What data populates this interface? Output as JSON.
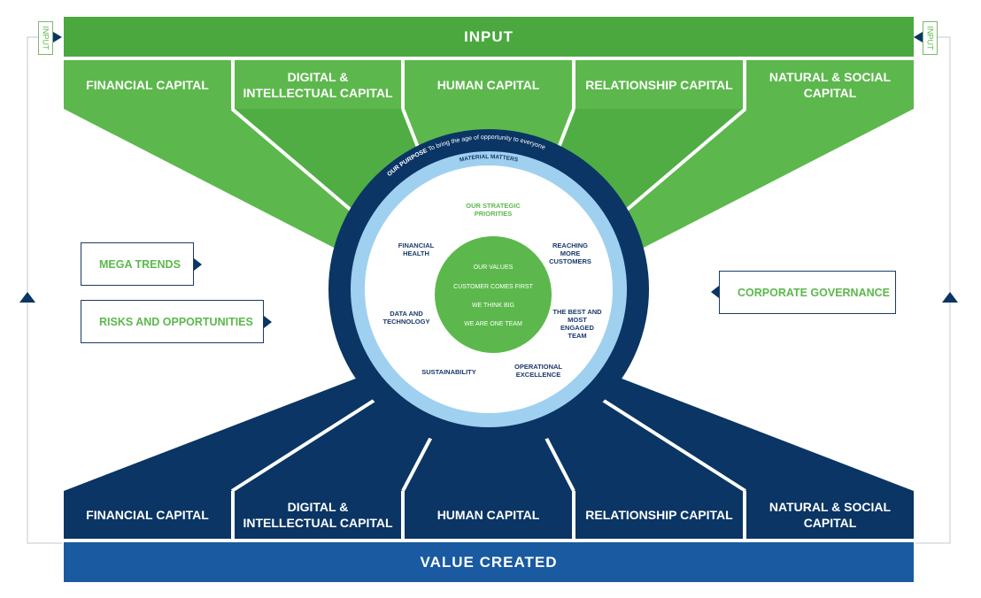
{
  "input_bar": {
    "label": "INPUT"
  },
  "side_input_left": "INPUT",
  "side_input_right": "INPUT",
  "input_capitals": [
    {
      "label": "FINANCIAL CAPITAL"
    },
    {
      "label": "DIGITAL & INTELLECTUAL CAPITAL"
    },
    {
      "label": "HUMAN CAPITAL"
    },
    {
      "label": "RELATIONSHIP CAPITAL"
    },
    {
      "label": "NATURAL & SOCIAL CAPITAL"
    }
  ],
  "output_capitals": [
    {
      "label": "FINANCIAL CAPITAL"
    },
    {
      "label": "DIGITAL & INTELLECTUAL CAPITAL"
    },
    {
      "label": "HUMAN CAPITAL"
    },
    {
      "label": "RELATIONSHIP CAPITAL"
    },
    {
      "label": "NATURAL & SOCIAL CAPITAL"
    }
  ],
  "value_bar": {
    "label": "VALUE CREATED"
  },
  "left_boxes": {
    "mega_trends": "MEGA TRENDS",
    "risks": "RISKS AND OPPORTUNITIES"
  },
  "right_box": {
    "governance": "CORPORATE GOVERNANCE"
  },
  "circle": {
    "purpose_label": "OUR PURPOSE",
    "purpose_text": "To bring the age of opportunity to everyone",
    "material_matters": "MATERIAL MATTERS",
    "strategic_priorities": "OUR STRATEGIC PRIORITIES",
    "priorities": {
      "financial_health": "FINANCIAL HEALTH",
      "reaching_customers": "REACHING MORE CUSTOMERS",
      "data_technology": "DATA AND TECHNOLOGY",
      "best_team": "THE BEST AND MOST ENGAGED TEAM",
      "sustainability": "SUSTAINABILITY",
      "operational_excellence": "OPERATIONAL EXCELLENCE"
    },
    "values_title": "OUR VALUES",
    "values": [
      "CUSTOMER COMES FIRST",
      "WE THINK BIG",
      "WE ARE ONE TEAM"
    ]
  },
  "colors": {
    "green": "#5cb84c",
    "green_dark": "#4aa83f",
    "navy": "#0a3564",
    "blue": "#1a5aa0",
    "light_blue": "#9fd0f0"
  }
}
